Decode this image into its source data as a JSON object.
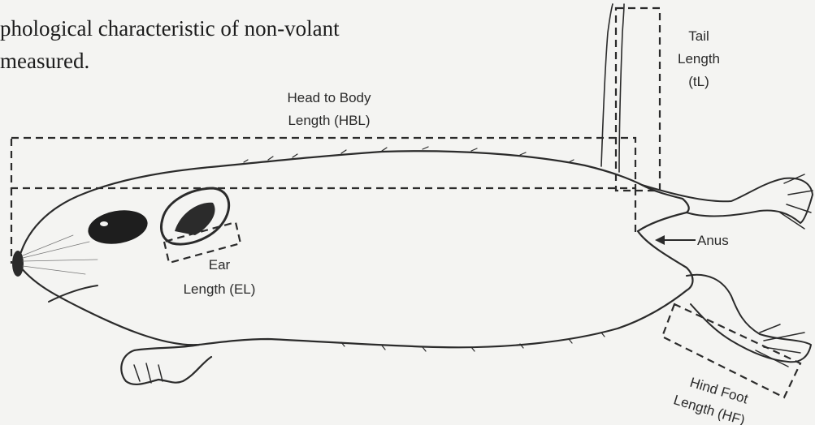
{
  "caption": {
    "line1": "phological characteristic of non-volant",
    "line2": "measured."
  },
  "labels": {
    "tail_1": "Tail",
    "tail_2": "Length",
    "tail_3": "(tL)",
    "hbl_1": "Head to Body",
    "hbl_2": "Length (HBL)",
    "ear_1": "Ear",
    "ear_2": "Length (EL)",
    "anus": "Anus",
    "hind_foot_1": "Hind Foot",
    "hind_foot_2": "Length (HF)"
  },
  "colors": {
    "ink": "#2b2b2b",
    "background": "#f4f4f2"
  }
}
